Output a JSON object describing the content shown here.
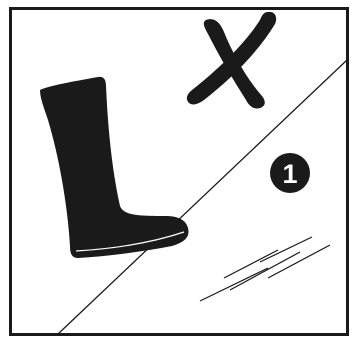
{
  "illustration": {
    "step_number": "1",
    "ink_color": "#1a1a1a",
    "background_color": "#ffffff",
    "icons": [
      "boot-icon",
      "prohibited-cross-icon",
      "slope-line",
      "motion-lines"
    ]
  }
}
